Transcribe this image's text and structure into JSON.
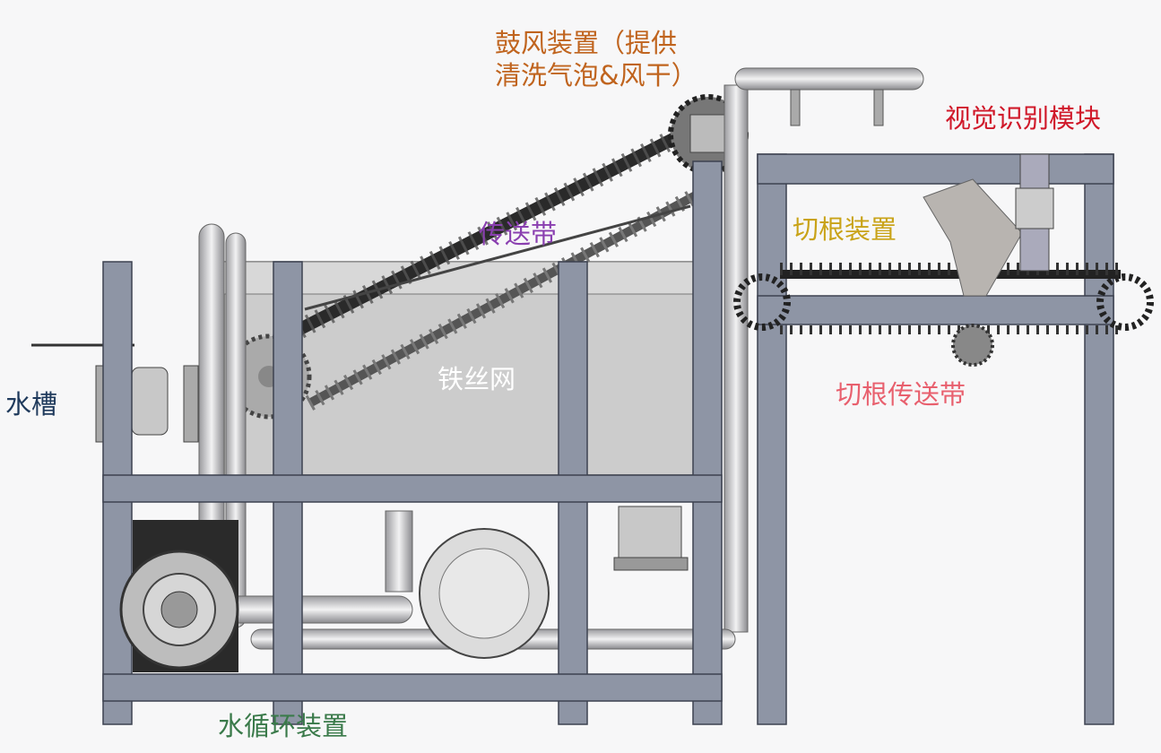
{
  "labels": {
    "blower": {
      "line1": "鼓风装置（提供",
      "line2": "清洗气泡&风干）",
      "color": "#c0641e"
    },
    "vision": {
      "text": "视觉识别模块",
      "color": "#d0192a"
    },
    "conveyor": {
      "text": "传送带",
      "color": "#8a3fb0"
    },
    "root_cutter": {
      "text": "切根装置",
      "color": "#c9a318"
    },
    "wire_mesh": {
      "text": "铁丝网",
      "color": "#ffffff"
    },
    "tank": {
      "text": "水槽",
      "color": "#1f3a5c"
    },
    "root_conveyor": {
      "text": "切根传送带",
      "color": "#e8606e"
    },
    "water_circ": {
      "text": "水循环装置",
      "color": "#3a7a4a"
    }
  },
  "colors": {
    "frame": "#8e95a5",
    "frame_edge": "#3d4250",
    "tank": "#c9c9c9",
    "belt": "#2a2a2a",
    "pipe": "#d4d4d6"
  }
}
